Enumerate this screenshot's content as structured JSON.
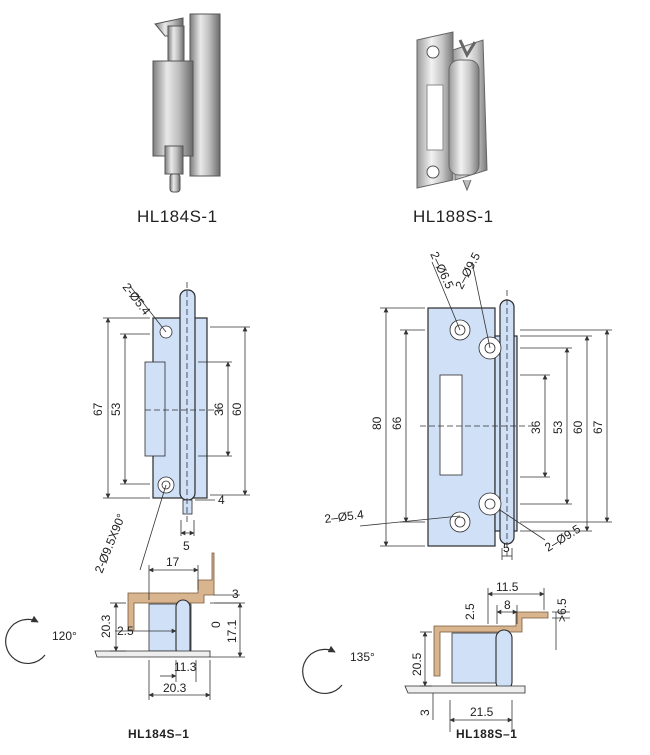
{
  "products": [
    {
      "label": "HL184S-1",
      "caption": "HL184S–1"
    },
    {
      "label": "HL188S-1",
      "caption": "HL188S–1"
    }
  ],
  "hl184": {
    "dims": {
      "hole_top": "2-Ø5.4",
      "hole_bottom": "2-Ø9.5X90°",
      "h67": "67",
      "h53": "53",
      "h36": "36",
      "h60": "60",
      "pin4": "4",
      "pin5": "5"
    },
    "side": {
      "w17": "17",
      "d3": "3",
      "h20_3": "20.3",
      "t2_5": "2.5",
      "z0": "0",
      "h17_1": "17.1",
      "w11_3": "11.3",
      "w20_3": "20.3",
      "rotation": "120°"
    }
  },
  "hl188": {
    "dims": {
      "hole_small": "2–Ø6.5",
      "hole_large": "2–Ø9.5",
      "h80": "80",
      "h66": "66",
      "h36": "36",
      "h53": "53",
      "h60": "60",
      "h67": "67",
      "hole_left": "2–Ø5.4",
      "hole_right": "2–Ø9.5",
      "pin5": "5"
    },
    "side": {
      "w11_5": "11.5",
      "w8": "8",
      "t2_5": "2.5",
      "d6_5": ">6.5",
      "h20_5": "20.5",
      "d3": "3",
      "w21_5": "21.5",
      "rotation": "135°"
    }
  },
  "colors": {
    "part_fill": "#cfe0f7",
    "part_stroke": "#2b2b2b",
    "dim_line": "#333333",
    "bracket": "#b8926a"
  }
}
